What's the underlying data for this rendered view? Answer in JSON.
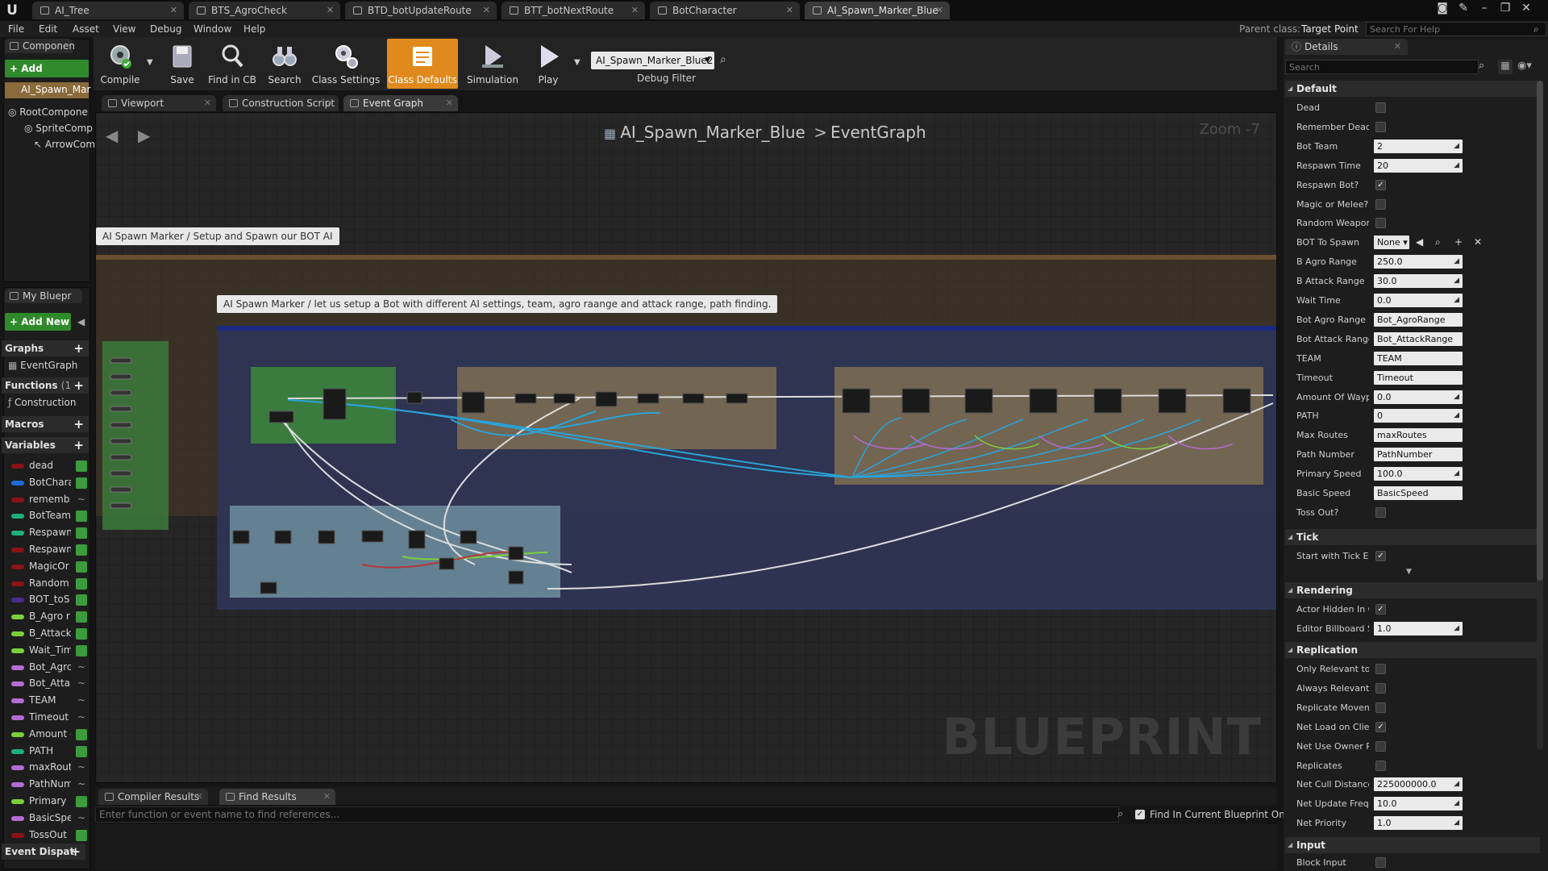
{
  "tabs": [
    {
      "label": "AI_Tree",
      "active": false
    },
    {
      "label": "BTS_AgroCheck",
      "active": false
    },
    {
      "label": "BTD_botUpdateRoute",
      "active": false
    },
    {
      "label": "BTT_botNextRoute",
      "active": false
    },
    {
      "label": "BotCharacter",
      "active": false
    },
    {
      "label": "AI_Spawn_Marker_Blue",
      "active": true
    }
  ],
  "menu": [
    "File",
    "Edit",
    "Asset",
    "View",
    "Debug",
    "Window",
    "Help"
  ],
  "parent_class": {
    "label": "Parent class:",
    "value": "Target Point"
  },
  "help_search_placeholder": "Search For Help",
  "components": {
    "tab": "Componen",
    "add_button": "+ Add Compon",
    "root_item": "AI_Spawn_Mar",
    "tree": [
      "RootCompone",
      "SpriteComp",
      "ArrowCom"
    ]
  },
  "my_blueprint": {
    "tab": "My Bluepr",
    "add_new": "+ Add New",
    "graphs_header": "Graphs",
    "graphs_item": "EventGraph",
    "functions_header": "Functions",
    "functions_count": "(1",
    "functions_item": "Construction",
    "macros_header": "Macros",
    "variables_header": "Variables",
    "variables": [
      {
        "name": "dead",
        "color": "#8b1414",
        "public": true
      },
      {
        "name": "BotChara",
        "color": "#1f6ad6",
        "public": true
      },
      {
        "name": "rememb",
        "color": "#8b1414",
        "public": false
      },
      {
        "name": "BotTeam",
        "color": "#1fb07a",
        "public": true
      },
      {
        "name": "Respawn",
        "color": "#1fb07a",
        "public": true
      },
      {
        "name": "Respawn",
        "color": "#8b1414",
        "public": true
      },
      {
        "name": "MagicOr",
        "color": "#8b1414",
        "public": true
      },
      {
        "name": "Random",
        "color": "#8b1414",
        "public": true
      },
      {
        "name": "BOT_toS",
        "color": "#4a2c8f",
        "public": true
      },
      {
        "name": "B_Agro r",
        "color": "#7ccf3b",
        "public": true
      },
      {
        "name": "B_Attack",
        "color": "#7ccf3b",
        "public": true
      },
      {
        "name": "Wait_Tim",
        "color": "#7ccf3b",
        "public": true
      },
      {
        "name": "Bot_Agrc",
        "color": "#b36bd6",
        "public": false
      },
      {
        "name": "Bot_Atta",
        "color": "#b36bd6",
        "public": false
      },
      {
        "name": "TEAM",
        "color": "#b36bd6",
        "public": false
      },
      {
        "name": "Timeout",
        "color": "#b36bd6",
        "public": false
      },
      {
        "name": "Amount c",
        "color": "#7ccf3b",
        "public": true
      },
      {
        "name": "PATH",
        "color": "#1fb07a",
        "public": true
      },
      {
        "name": "maxRout",
        "color": "#b36bd6",
        "public": false
      },
      {
        "name": "PathNum",
        "color": "#b36bd6",
        "public": false
      },
      {
        "name": "Primary",
        "color": "#7ccf3b",
        "public": true
      },
      {
        "name": "BasicSpe",
        "color": "#b36bd6",
        "public": false
      },
      {
        "name": "TossOut",
        "color": "#8b1414",
        "public": true
      }
    ],
    "event_dispatchers": "Event Dispat"
  },
  "toolbar": {
    "compile": "Compile",
    "save": "Save",
    "find_in_cb": "Find in CB",
    "search": "Search",
    "class_settings": "Class Settings",
    "class_defaults": "Class Defaults",
    "simulation": "Simulation",
    "play": "Play",
    "debug_select": "AI_Spawn_Marker_Blue2",
    "debug_filter": "Debug Filter"
  },
  "graph_tabs": [
    {
      "label": "Viewport",
      "active": false
    },
    {
      "label": "Construction Script",
      "active": false
    },
    {
      "label": "Event Graph",
      "active": true
    }
  ],
  "graph": {
    "breadcrumb_asset": "AI_Spawn_Marker_Blue",
    "breadcrumb_sep": ">",
    "breadcrumb_graph": "EventGraph",
    "zoom": "Zoom -7",
    "watermark": "BLUEPRINT",
    "comment_outer": "AI Spawn Marker / Setup and Spawn our BOT AI",
    "comment_inner": "AI Spawn Marker / let us setup a Bot with different AI settings, team, agro raange and attack range, path finding."
  },
  "results": {
    "compiler_tab": "Compiler Results",
    "find_tab": "Find Results",
    "find_placeholder": "Enter function or event name to find references...",
    "find_current": "Find In Current Blueprint Only"
  },
  "details": {
    "tab": "Details",
    "search_placeholder": "Search",
    "categories": {
      "default": "Default",
      "tick": "Tick",
      "rendering": "Rendering",
      "replication": "Replication",
      "input": "Input"
    },
    "default_rows": [
      {
        "label": "Dead",
        "type": "check",
        "value": false
      },
      {
        "label": "Remember Dead",
        "type": "check",
        "value": false
      },
      {
        "label": "Bot Team",
        "type": "num",
        "value": "2"
      },
      {
        "label": "Respawn Time",
        "type": "num",
        "value": "20"
      },
      {
        "label": "Respawn Bot?",
        "type": "check",
        "value": true
      },
      {
        "label": "Magic or Melee?",
        "type": "check",
        "value": false
      },
      {
        "label": "Random Weapon",
        "type": "check",
        "value": false
      },
      {
        "label": "BOT To Spawn",
        "type": "select",
        "value": "None"
      },
      {
        "label": "B Agro Range",
        "type": "num",
        "value": "250.0"
      },
      {
        "label": "B Attack Range",
        "type": "num",
        "value": "30.0"
      },
      {
        "label": "Wait Time",
        "type": "num",
        "value": "0.0"
      },
      {
        "label": "Bot Agro Range",
        "type": "text",
        "value": "Bot_AgroRange"
      },
      {
        "label": "Bot Attack Range",
        "type": "text",
        "value": "Bot_AttackRange"
      },
      {
        "label": "TEAM",
        "type": "text",
        "value": "TEAM"
      },
      {
        "label": "Timeout",
        "type": "text",
        "value": "Timeout"
      },
      {
        "label": "Amount Of Waypo",
        "type": "num",
        "value": "0.0"
      },
      {
        "label": "PATH",
        "type": "num",
        "value": "0"
      },
      {
        "label": "Max Routes",
        "type": "text",
        "value": "maxRoutes"
      },
      {
        "label": "Path Number",
        "type": "text",
        "value": "PathNumber"
      },
      {
        "label": "Primary Speed",
        "type": "num",
        "value": "100.0"
      },
      {
        "label": "Basic Speed",
        "type": "text",
        "value": "BasicSpeed"
      },
      {
        "label": "Toss Out?",
        "type": "check",
        "value": false
      }
    ],
    "tick_rows": [
      {
        "label": "Start with Tick En",
        "type": "check",
        "value": true
      }
    ],
    "rendering_rows": [
      {
        "label": "Actor Hidden In G",
        "type": "check",
        "value": true
      },
      {
        "label": "Editor Billboard Sc",
        "type": "num",
        "value": "1.0"
      }
    ],
    "replication_rows": [
      {
        "label": "Only Relevant to C",
        "type": "check",
        "value": false
      },
      {
        "label": "Always Relevant",
        "type": "check",
        "value": false
      },
      {
        "label": "Replicate Movem",
        "type": "check",
        "value": false
      },
      {
        "label": "Net Load on Clien",
        "type": "check",
        "value": true
      },
      {
        "label": "Net Use Owner Re",
        "type": "check",
        "value": false
      },
      {
        "label": "Replicates",
        "type": "check",
        "value": false
      },
      {
        "label": "Net Cull Distance",
        "type": "num",
        "value": "225000000.0"
      },
      {
        "label": "Net Update Freque",
        "type": "num",
        "value": "10.0"
      },
      {
        "label": "Net Priority",
        "type": "num",
        "value": "1.0"
      }
    ],
    "input_rows": [
      {
        "label": "Block Input",
        "type": "check",
        "value": false
      }
    ]
  },
  "colors": {
    "accent_orange": "#e08a1e",
    "add_green": "#2f8a2b",
    "wire_blue": "#2aa3d8",
    "wire_white": "#e6e6e6"
  }
}
